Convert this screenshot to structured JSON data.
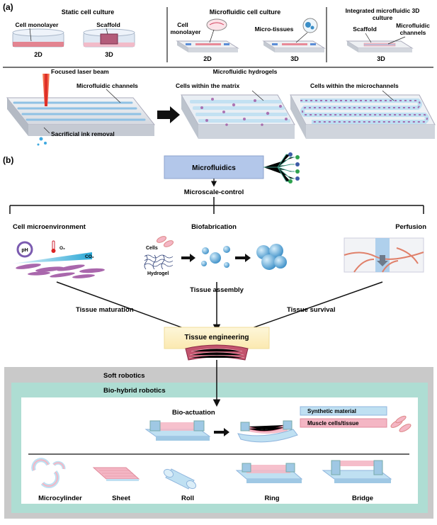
{
  "panel_a": {
    "label": "(a)",
    "static_title": "Static cell culture",
    "static_monolayer": "Cell monolayer",
    "static_scaffold": "Scaffold",
    "static_2d": "2D",
    "static_3d": "3D",
    "micro_title": "Microfluidic cell culture",
    "micro_monolayer_1": "Cell",
    "micro_monolayer_2": "monolayer",
    "micro_tissues": "Micro-tissues",
    "micro_2d": "2D",
    "micro_3d": "3D",
    "integrated_title_1": "Integrated microfluidic 3D",
    "integrated_title_2": "culture",
    "integrated_scaffold": "Scaffold",
    "integrated_channels_1": "Microfluidic",
    "integrated_channels_2": "channels",
    "integrated_3d": "3D",
    "laser": "Focused laser beam",
    "channels": "Microfluidic channels",
    "ink": "Sacrificial ink removal",
    "hydrogels": "Microfluidic hydrogels",
    "matrix": "Cells within the matrix",
    "microchannels": "Cells within the microchannels"
  },
  "panel_b": {
    "label": "(b)",
    "microfluidics": "Microfluidics",
    "microscale": "Microscale-control",
    "cell_env": "Cell microenvironment",
    "biofab": "Biofabrication",
    "perfusion": "Perfusion",
    "ph": "pH",
    "o2": "O₂",
    "co2": "CO₂",
    "cells": "Cells",
    "hydrogel": "Hydrogel",
    "maturation": "Tissue maturation",
    "assembly": "Tissue assembly",
    "survival": "Tissue survival",
    "engineering": "Tissue engineering",
    "soft_robotics": "Soft robotics",
    "biohybrid": "Bio-hybrid robotics",
    "bioactuation": "Bio-actuation",
    "legend_synthetic": "Synthetic material",
    "legend_muscle": "Muscle cells/tissue",
    "shapes": [
      "Microcylinder",
      "Sheet",
      "Roll",
      "Ring",
      "Bridge"
    ]
  },
  "colors": {
    "hydrogel_blue": "#bfe0f2",
    "muscle_pink": "#f4b6c4",
    "tissue_purple": "#9b4d9e",
    "engineering_box": "#fdf3cc",
    "soft_robotics_bg": "#c9c9c9",
    "biohybrid_bg": "#aeddd3",
    "microfluidics_box": "#b3c7ea"
  }
}
